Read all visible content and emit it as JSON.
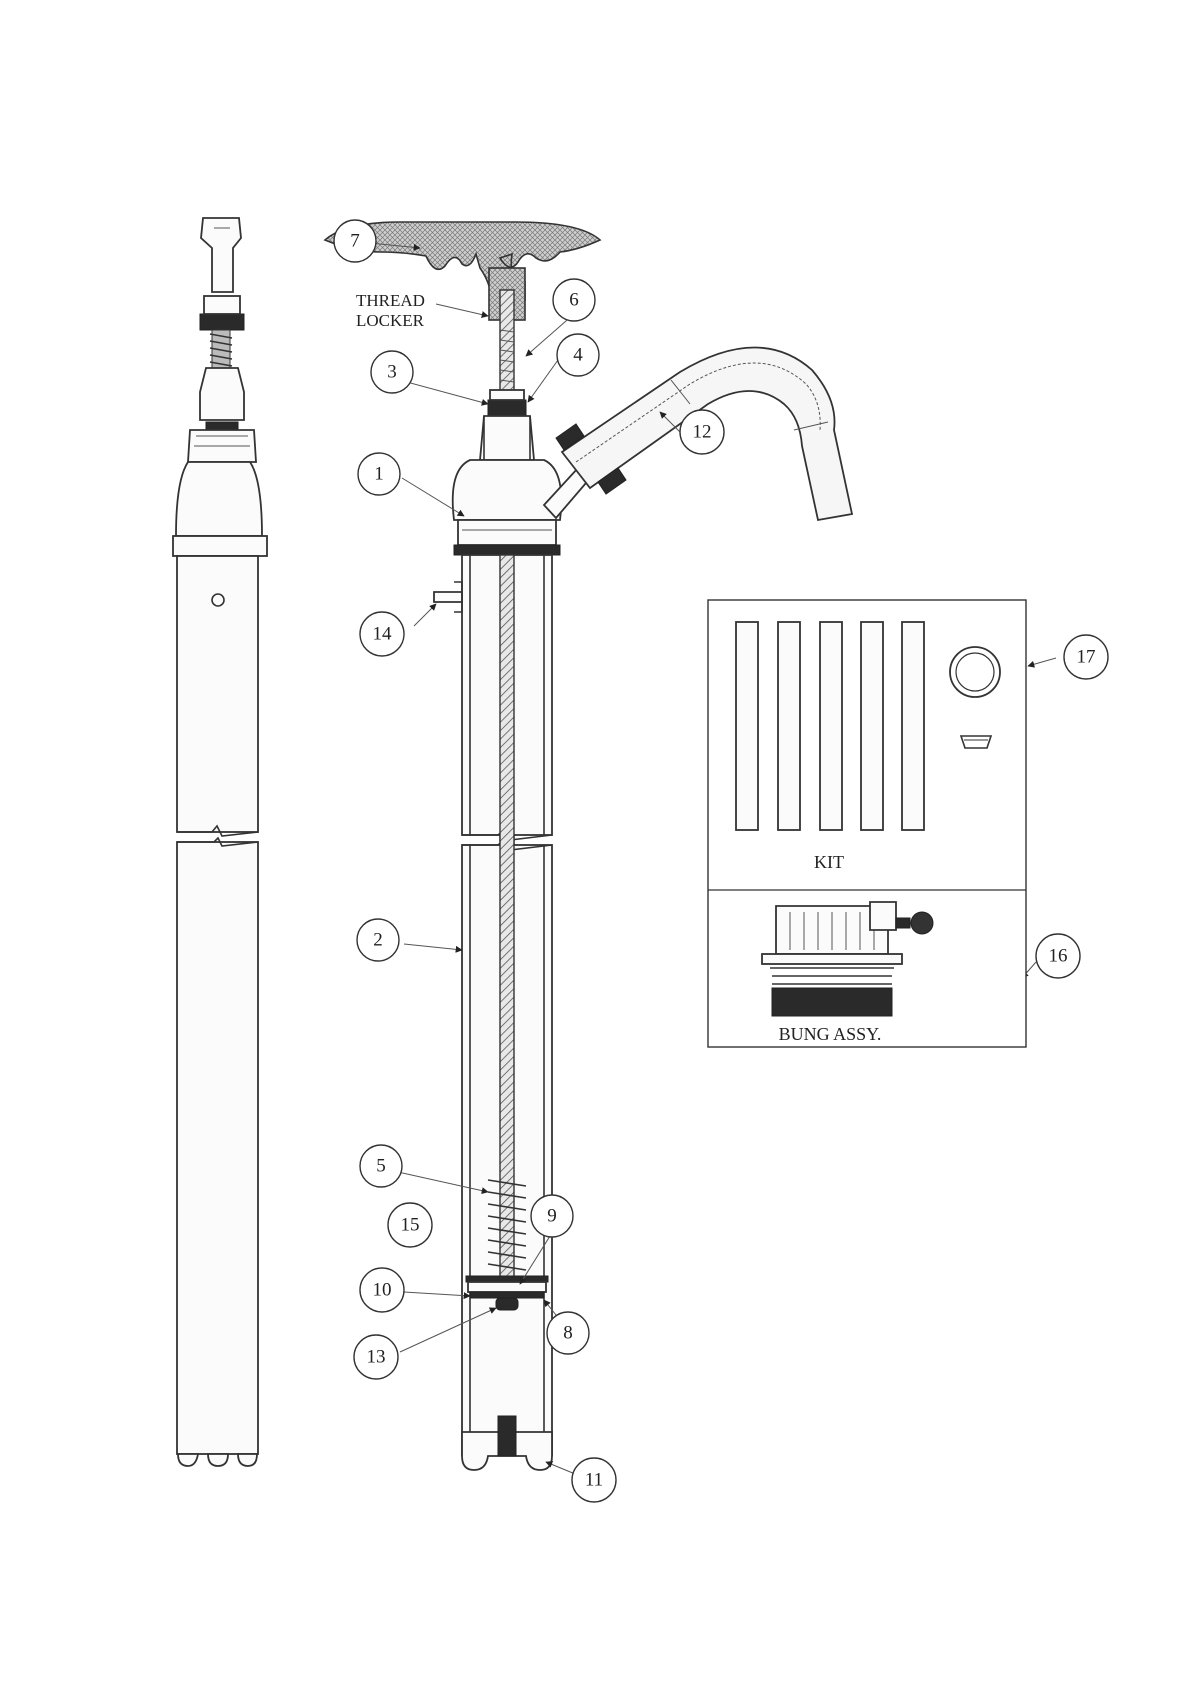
{
  "balloons": [
    {
      "id": "b7",
      "label": "7"
    },
    {
      "id": "b6",
      "label": "6"
    },
    {
      "id": "b3",
      "label": "3"
    },
    {
      "id": "b4",
      "label": "4"
    },
    {
      "id": "b12",
      "label": "12"
    },
    {
      "id": "b1",
      "label": "1"
    },
    {
      "id": "b14",
      "label": "14"
    },
    {
      "id": "b17",
      "label": "17"
    },
    {
      "id": "b2",
      "label": "2"
    },
    {
      "id": "b16",
      "label": "16"
    },
    {
      "id": "b5",
      "label": "5"
    },
    {
      "id": "b15",
      "label": "15"
    },
    {
      "id": "b9",
      "label": "9"
    },
    {
      "id": "b10",
      "label": "10"
    },
    {
      "id": "b8",
      "label": "8"
    },
    {
      "id": "b13",
      "label": "13"
    },
    {
      "id": "b11",
      "label": "11"
    }
  ],
  "notes": {
    "thread_locker_line1": "THREAD",
    "thread_locker_line2": "LOCKER"
  },
  "panels": {
    "kit_label": "KIT",
    "bung_label": "BUNG ASSY."
  }
}
